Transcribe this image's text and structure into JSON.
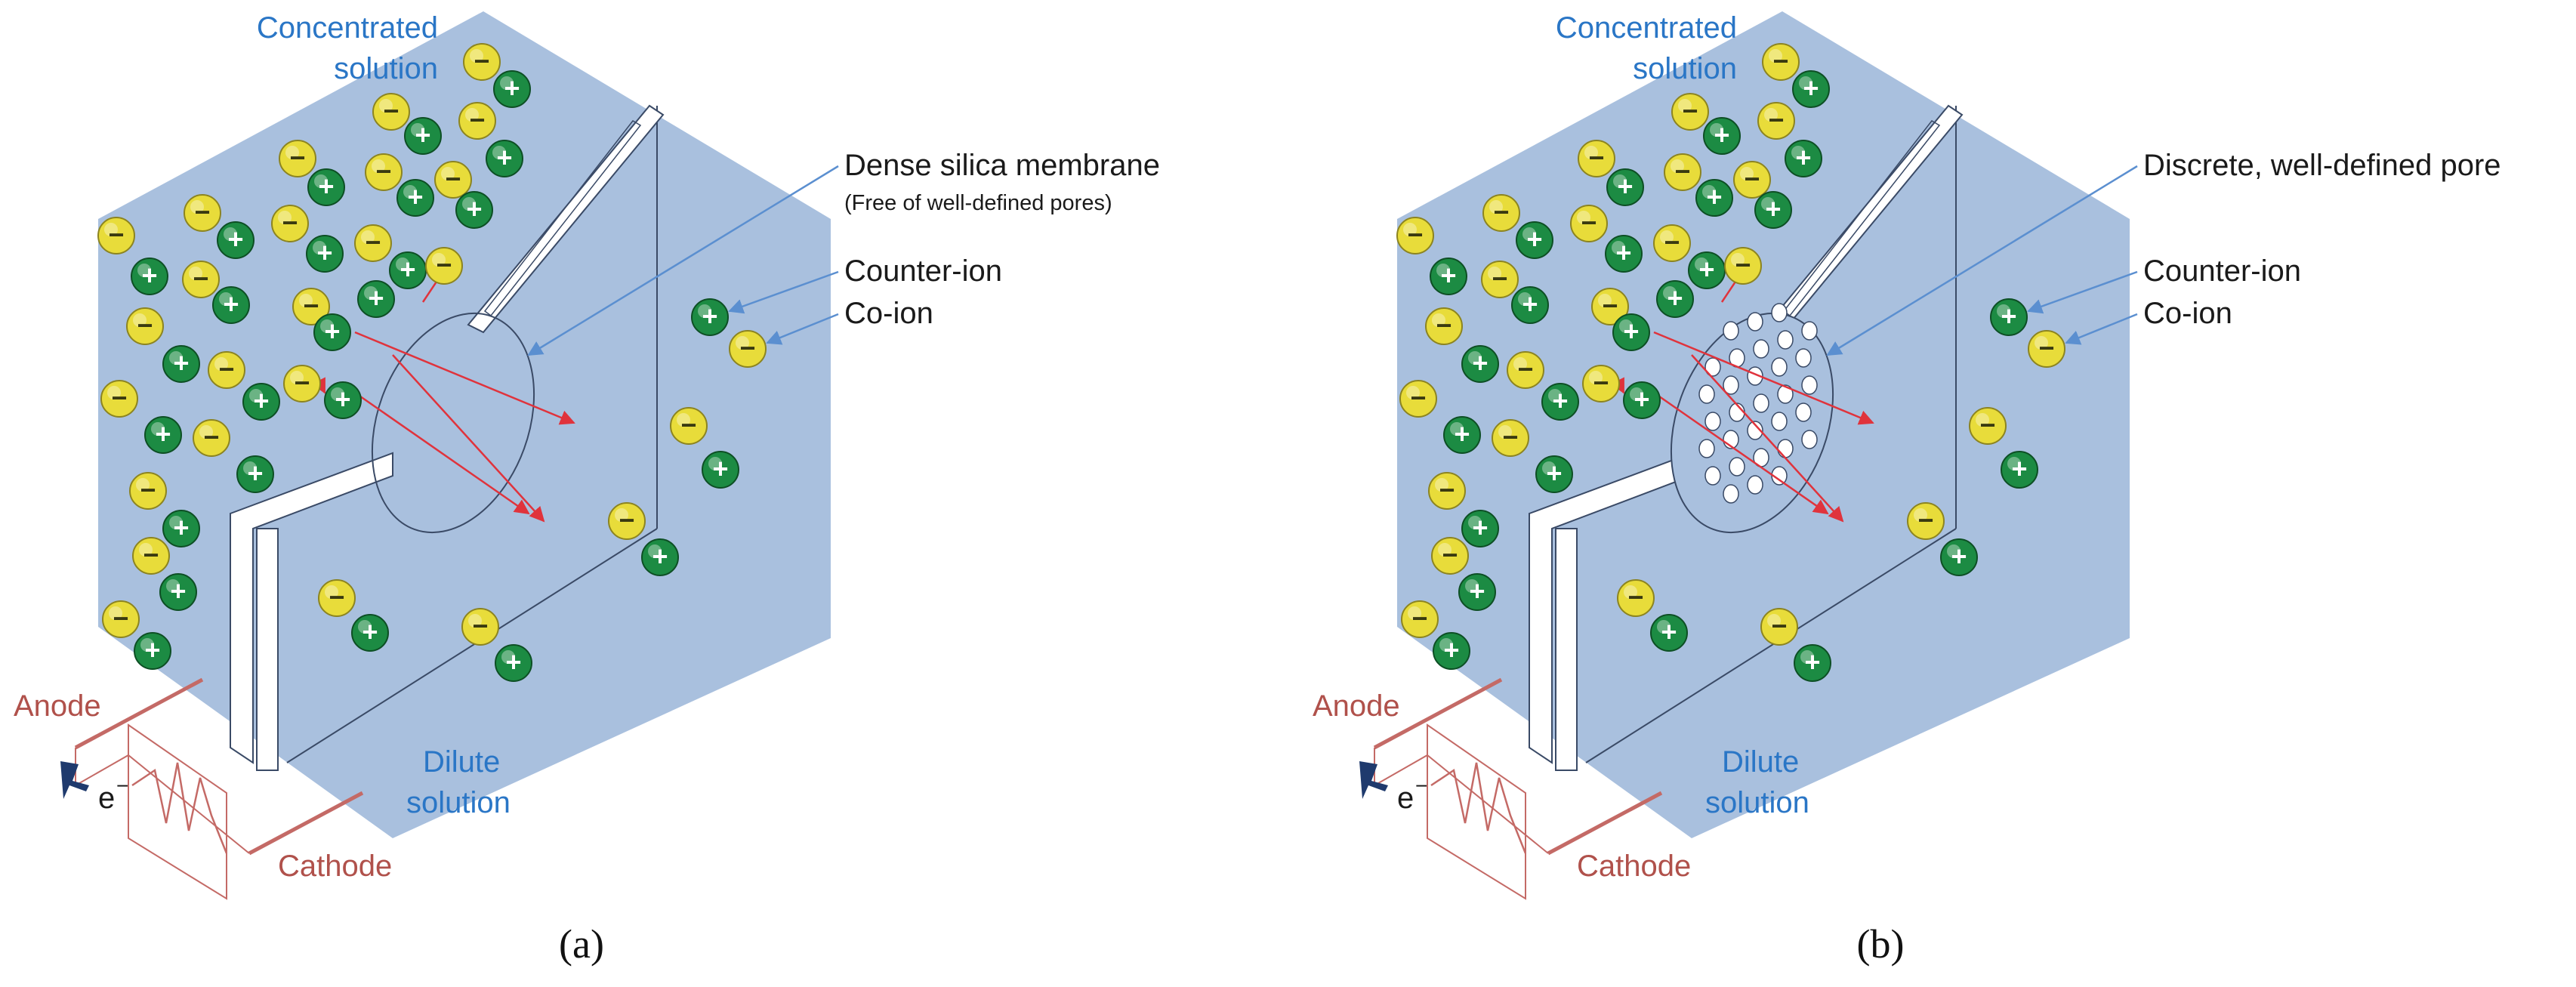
{
  "colors": {
    "panel_fill": "#a9c0de",
    "panel_stroke": "#3a4a66",
    "blue_text": "#2a76c6",
    "red_text": "#b0514b",
    "leader_line": "#5b8fd0",
    "flux_arrow": "#e0333c",
    "anion_fill": "#e8dc3a",
    "cation_fill": "#1c8b43",
    "electron_arrow": "#1f3a6d",
    "circuit_line": "#c46a66"
  },
  "symbols": {
    "minus": "−",
    "plus": "+"
  },
  "panels": [
    {
      "id": "a",
      "caption": "(a)",
      "concentrated_label": [
        "Concentrated",
        "solution"
      ],
      "dilute_label": [
        "Dilute",
        "solution"
      ],
      "membrane_label": "Dense silica membrane",
      "membrane_sublabel": "(Free of well-defined pores)",
      "counter_ion_label": "Counter-ion",
      "co_ion_label": "Co-ion",
      "anode_label": "Anode",
      "cathode_label": "Cathode",
      "electron_label": "e",
      "electron_superscript": "−",
      "membrane_has_pores": false
    },
    {
      "id": "b",
      "caption": "(b)",
      "concentrated_label": [
        "Concentrated",
        "solution"
      ],
      "dilute_label": [
        "Dilute",
        "solution"
      ],
      "membrane_label": "Discrete, well-defined pore",
      "membrane_sublabel": "",
      "counter_ion_label": "Counter-ion",
      "co_ion_label": "Co-ion",
      "anode_label": "Anode",
      "cathode_label": "Cathode",
      "electron_label": "e",
      "electron_superscript": "−",
      "membrane_has_pores": true
    }
  ]
}
